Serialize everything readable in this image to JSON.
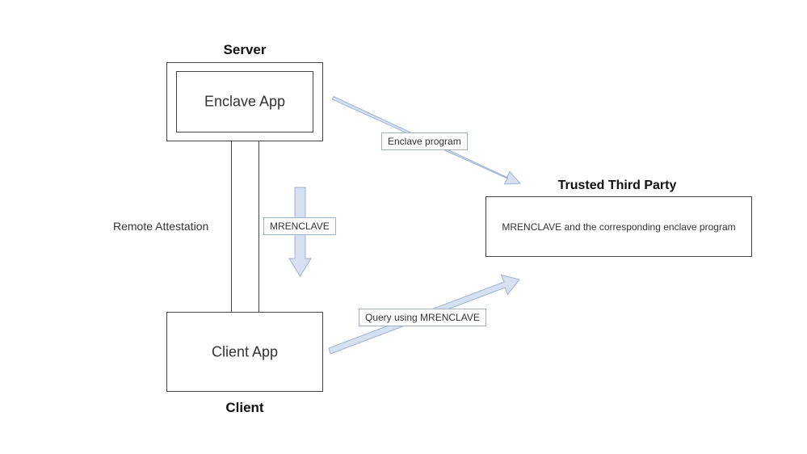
{
  "server": {
    "heading": "Server",
    "enclave_app_label": "Enclave App"
  },
  "client": {
    "heading": "Client",
    "client_app_label": "Client App"
  },
  "trusted_third_party": {
    "heading": "Trusted Third Party",
    "content": "MRENCLAVE and the corresponding enclave program"
  },
  "connections": {
    "remote_attestation_label": "Remote Attestation",
    "mrenclave_label": "MRENCLAVE",
    "enclave_program_label": "Enclave program",
    "query_label": "Query using MRENCLAVE"
  },
  "colors": {
    "arrow_fill": "#d6e0f0",
    "arrow_stroke": "#9db1d1",
    "box_border": "#444444"
  }
}
